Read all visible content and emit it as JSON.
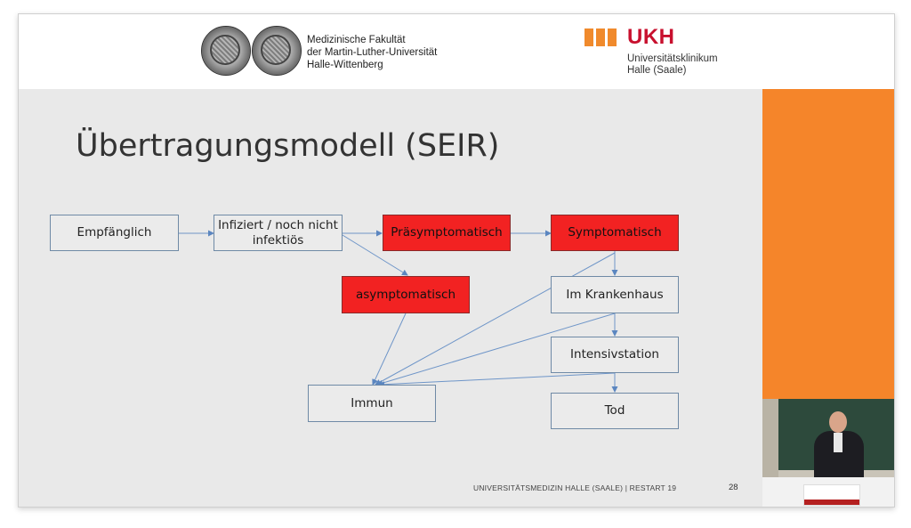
{
  "header": {
    "left_logo": {
      "lines": [
        "Medizinische Fakultät",
        "der Martin-Luther-Universität",
        "Halle-Wittenberg"
      ]
    },
    "right_logo": {
      "brand": "UKH",
      "lines": [
        "Universitätsklinikum",
        "Halle (Saale)"
      ],
      "bar_color": "#f08a2c",
      "brand_color": "#c8102e"
    }
  },
  "slide": {
    "title": "Übertragungsmodell (SEIR)",
    "accent_color": "#f5852a",
    "highlight_color": "#f22222",
    "nodes": {
      "empfaenglich": "Empfänglich",
      "infiziert": "Infiziert / noch nicht infektiös",
      "praesymptomatisch": "Präsymptomatisch",
      "symptomatisch": "Symptomatisch",
      "asymptomatisch": "asymptomatisch",
      "krankenhaus": "Im Krankenhaus",
      "intensiv": "Intensivstation",
      "immun": "Immun",
      "tod": "Tod"
    },
    "footer": "UNIVERSITÄTSMEDIZIN HALLE (SAALE) | RESTART 19",
    "page_number": "28"
  },
  "video": {
    "content": "speaker webcam"
  }
}
